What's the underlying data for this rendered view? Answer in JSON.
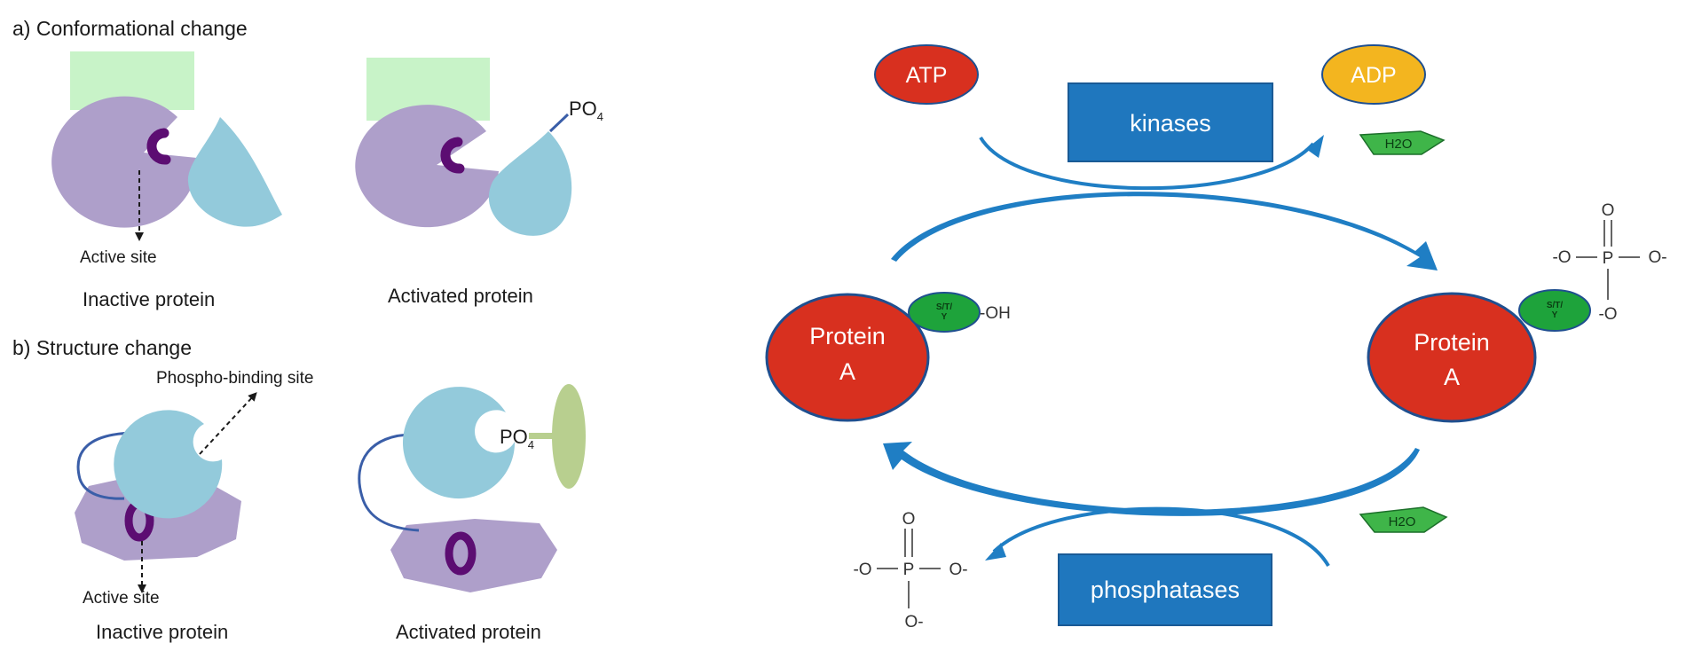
{
  "colors": {
    "lavender": "#ae9fca",
    "light_blue": "#93cadb",
    "pale_green": "#c8f3c8",
    "dark_purple": "#5c0d72",
    "olive_green": "#b8cf8f",
    "red": "#d8301f",
    "orange": "#f3b51f",
    "blue_box": "#1f77be",
    "green_shape": "#3fb549",
    "arrow_blue": "#1f7ec4"
  },
  "panel_a": {
    "heading": "a) Conformational change",
    "left": {
      "active_site_label": "Active site",
      "caption": "Inactive protein"
    },
    "right": {
      "po4_base": "PO",
      "po4_sub": "4",
      "caption": "Activated  protein"
    }
  },
  "panel_b": {
    "heading": "b) Structure change",
    "left": {
      "phospho_label": "Phospho-binding site",
      "active_site_label": "Active site",
      "caption": "Inactive protein"
    },
    "right": {
      "po4_base": "PO",
      "po4_sub": "4",
      "caption": "Activated  protein"
    }
  },
  "cycle": {
    "atp": "ATP",
    "adp": "ADP",
    "kinases": "kinases",
    "phosphatases": "phosphatases",
    "h2o_top": "H2O",
    "h2o_bottom": "H2O",
    "protein_left_line1": "Protein",
    "protein_left_line2": "A",
    "protein_right_line1": "Protein",
    "protein_right_line2": "A",
    "sty_left": "S/T/",
    "sty_left_2": "Y",
    "sty_right": "S/T/",
    "sty_right_2": "Y",
    "oh": "-OH",
    "right_phosphate": {
      "top_o": "O",
      "left_o": "-O",
      "p": "P",
      "right_o": "O-",
      "bottom_o": "-O"
    },
    "free_phosphate": {
      "top_o": "O",
      "left_o": "-O",
      "p": "P",
      "right_o": "O-",
      "bottom_o": "O-"
    }
  }
}
